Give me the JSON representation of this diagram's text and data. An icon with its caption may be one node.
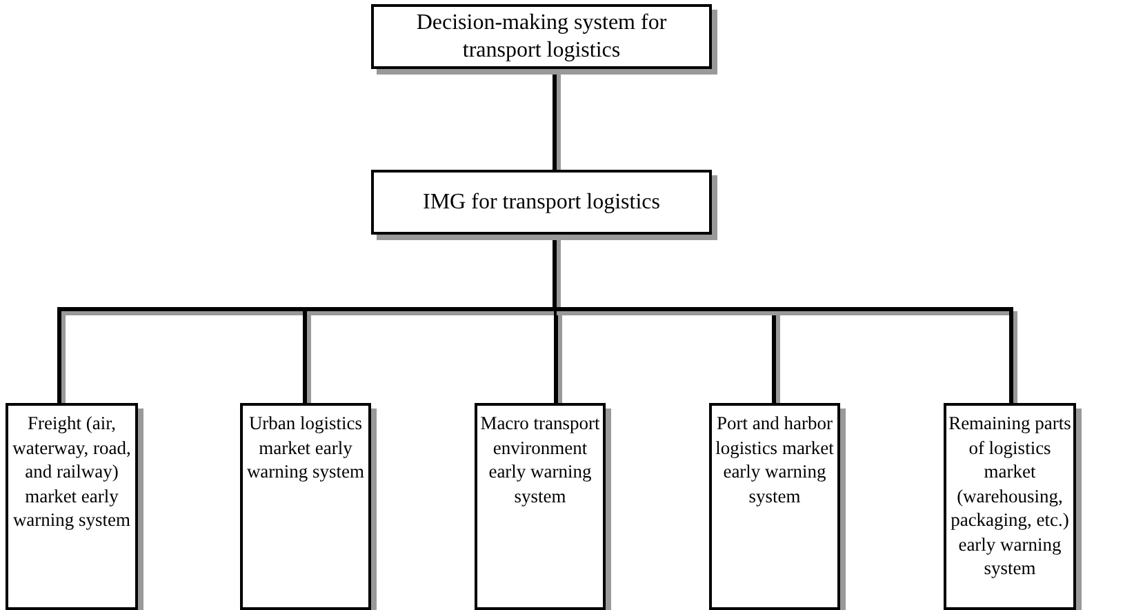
{
  "diagram": {
    "nodes": [
      {
        "text": [
          "Decision-making system for transport logistics"
        ]
      },
      {
        "text": [
          "IMG for transport logistics"
        ]
      },
      {
        "text": [
          "Freight (air, waterway, road, and railway) market early warning system"
        ]
      },
      {
        "text": [
          "Urban logistics market early warning system"
        ]
      },
      {
        "text": [
          "Macro transport environment early warning system"
        ]
      },
      {
        "text": [
          "Port and harbor logistics market early warning system"
        ]
      },
      {
        "text": [
          "Remaining parts of logistics market (warehousing, packaging, etc.) early warning system"
        ]
      }
    ],
    "edges": [
      {
        "from": 0,
        "to": 1,
        "arrow": "none"
      },
      {
        "from": 1,
        "to": 2,
        "arrow": "none"
      },
      {
        "from": 1,
        "to": 3,
        "arrow": "none"
      },
      {
        "from": 1,
        "to": 4,
        "arrow": "none"
      },
      {
        "from": 1,
        "to": 5,
        "arrow": "none"
      },
      {
        "from": 1,
        "to": 6,
        "arrow": "none"
      }
    ]
  }
}
